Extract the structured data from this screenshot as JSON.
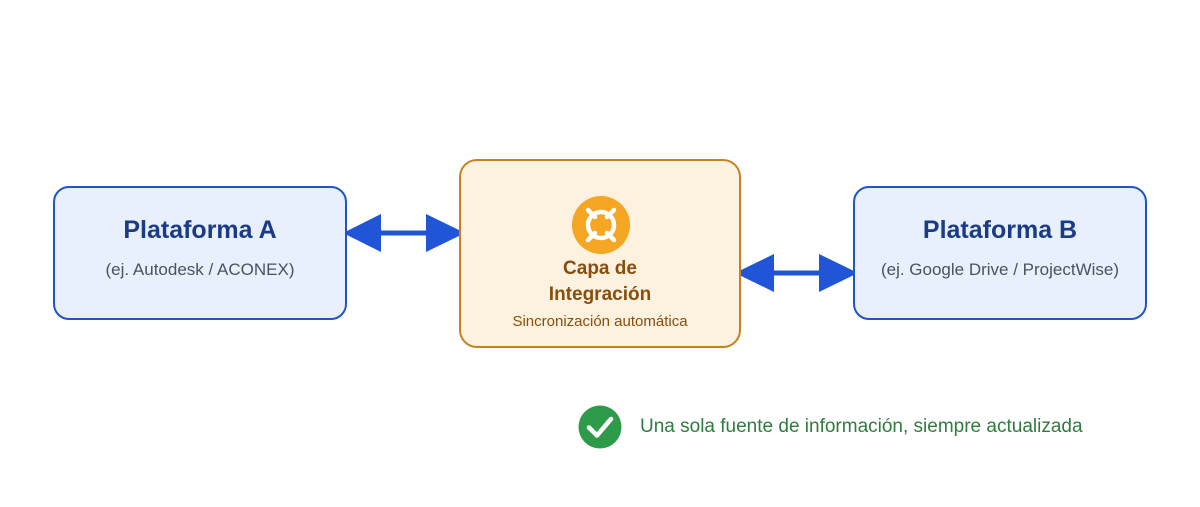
{
  "platform_a": {
    "title": "Plataforma A",
    "subtitle": "(ej. Autodesk / ACONEX)"
  },
  "integration": {
    "title_line1": "Capa de",
    "title_line2": "Integración",
    "subtitle": "Sincronización automática",
    "icon": "integration-sync-icon"
  },
  "platform_b": {
    "title": "Plataforma B",
    "subtitle": "(ej. Google Drive / ProjectWise)"
  },
  "note": {
    "text": "Una sola fuente de información, siempre actualizada",
    "icon": "check-circle-icon"
  },
  "colors": {
    "platform_fill": "#e7f0fc",
    "platform_border": "#1f55c6",
    "platform_title": "#1b3a88",
    "integration_fill": "#fdf2e0",
    "integration_border": "#c8811f",
    "integration_text": "#8a4d0c",
    "icon_orange": "#f5a623",
    "arrow_blue": "#1f55d6",
    "success_green": "#2e9b4a",
    "note_text": "#2e7d3e"
  }
}
